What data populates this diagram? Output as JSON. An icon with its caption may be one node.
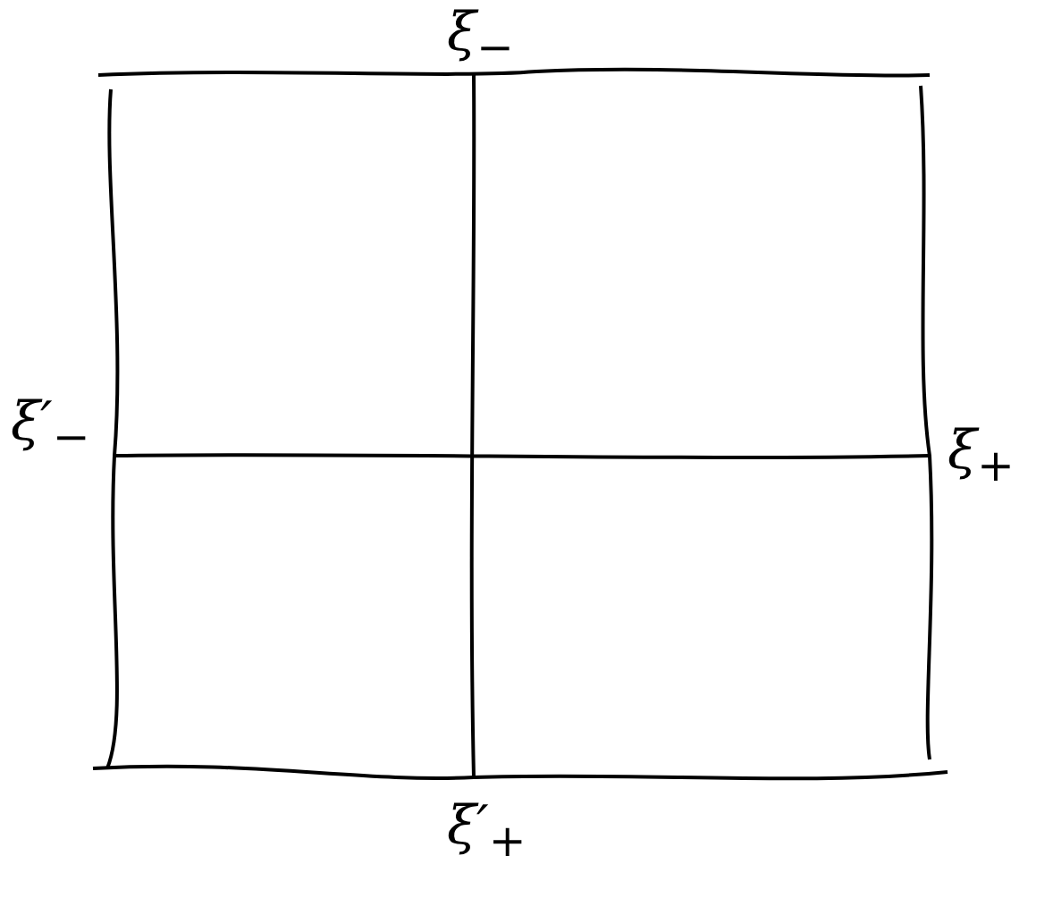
{
  "diagram": {
    "labels": [
      "ξ$_{−}$",
      "ξ′$_{−}$",
      "ξ$_{+}$",
      "ξ′$_{+}$"
    ]
  }
}
